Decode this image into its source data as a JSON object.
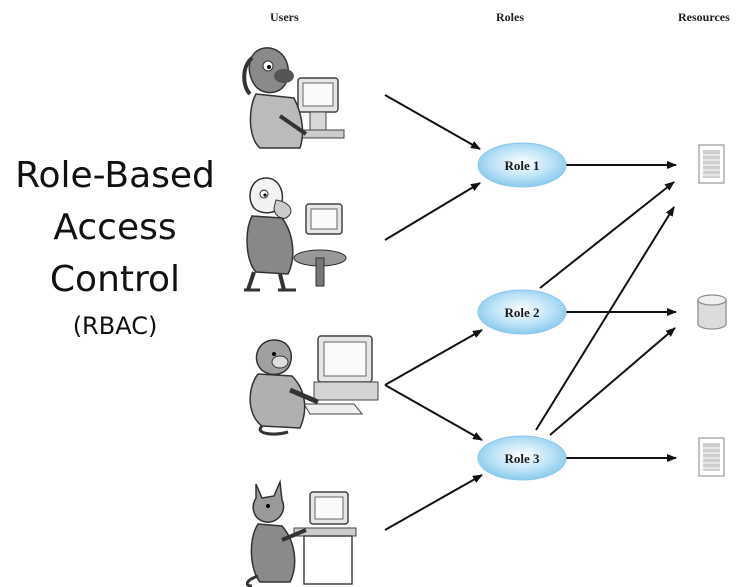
{
  "title": {
    "lines": [
      "Role-Based",
      "Access",
      "Control"
    ],
    "abbr": "(RBAC)"
  },
  "columns": {
    "users": "Users",
    "roles": "Roles",
    "resources": "Resources"
  },
  "roles": [
    {
      "label": "Role 1"
    },
    {
      "label": "Role 2"
    },
    {
      "label": "Role 3"
    }
  ],
  "users": [
    {
      "icon": "dog-at-computer-icon"
    },
    {
      "icon": "duck-at-computer-icon"
    },
    {
      "icon": "monkey-at-computer-icon"
    },
    {
      "icon": "cat-at-computer-icon"
    }
  ],
  "resources": [
    {
      "icon": "document-icon"
    },
    {
      "icon": "database-icon"
    },
    {
      "icon": "document-icon"
    }
  ],
  "colors": {
    "role_fill": "#bde3f7",
    "role_edge": "#7fc4ea",
    "arrow": "#111111"
  }
}
